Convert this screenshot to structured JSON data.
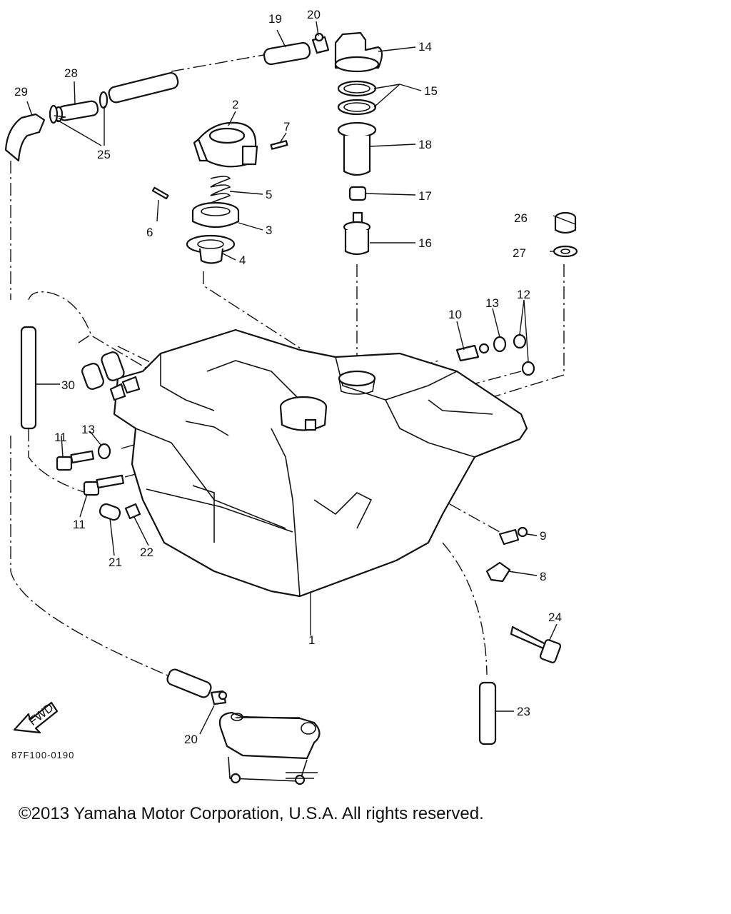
{
  "diagram_code": "87F100-0190",
  "copyright": "©2013 Yamaha Motor Corporation, U.S.A. All rights reserved.",
  "fwd_label": "FWD",
  "callouts": {
    "p1": "1",
    "p2": "2",
    "p3": "3",
    "p4": "4",
    "p5": "5",
    "p6": "6",
    "p7": "7",
    "p8": "8",
    "p9": "9",
    "p10": "10",
    "p11a": "11",
    "p11b": "11",
    "p12": "12",
    "p13a": "13",
    "p13b": "13",
    "p14": "14",
    "p15": "15",
    "p16": "16",
    "p17": "17",
    "p18": "18",
    "p19": "19",
    "p20a": "20",
    "p20b": "20",
    "p21": "21",
    "p22": "22",
    "p23": "23",
    "p24": "24",
    "p25": "25",
    "p26": "26",
    "p27": "27",
    "p28": "28",
    "p29": "29",
    "p30": "30"
  }
}
